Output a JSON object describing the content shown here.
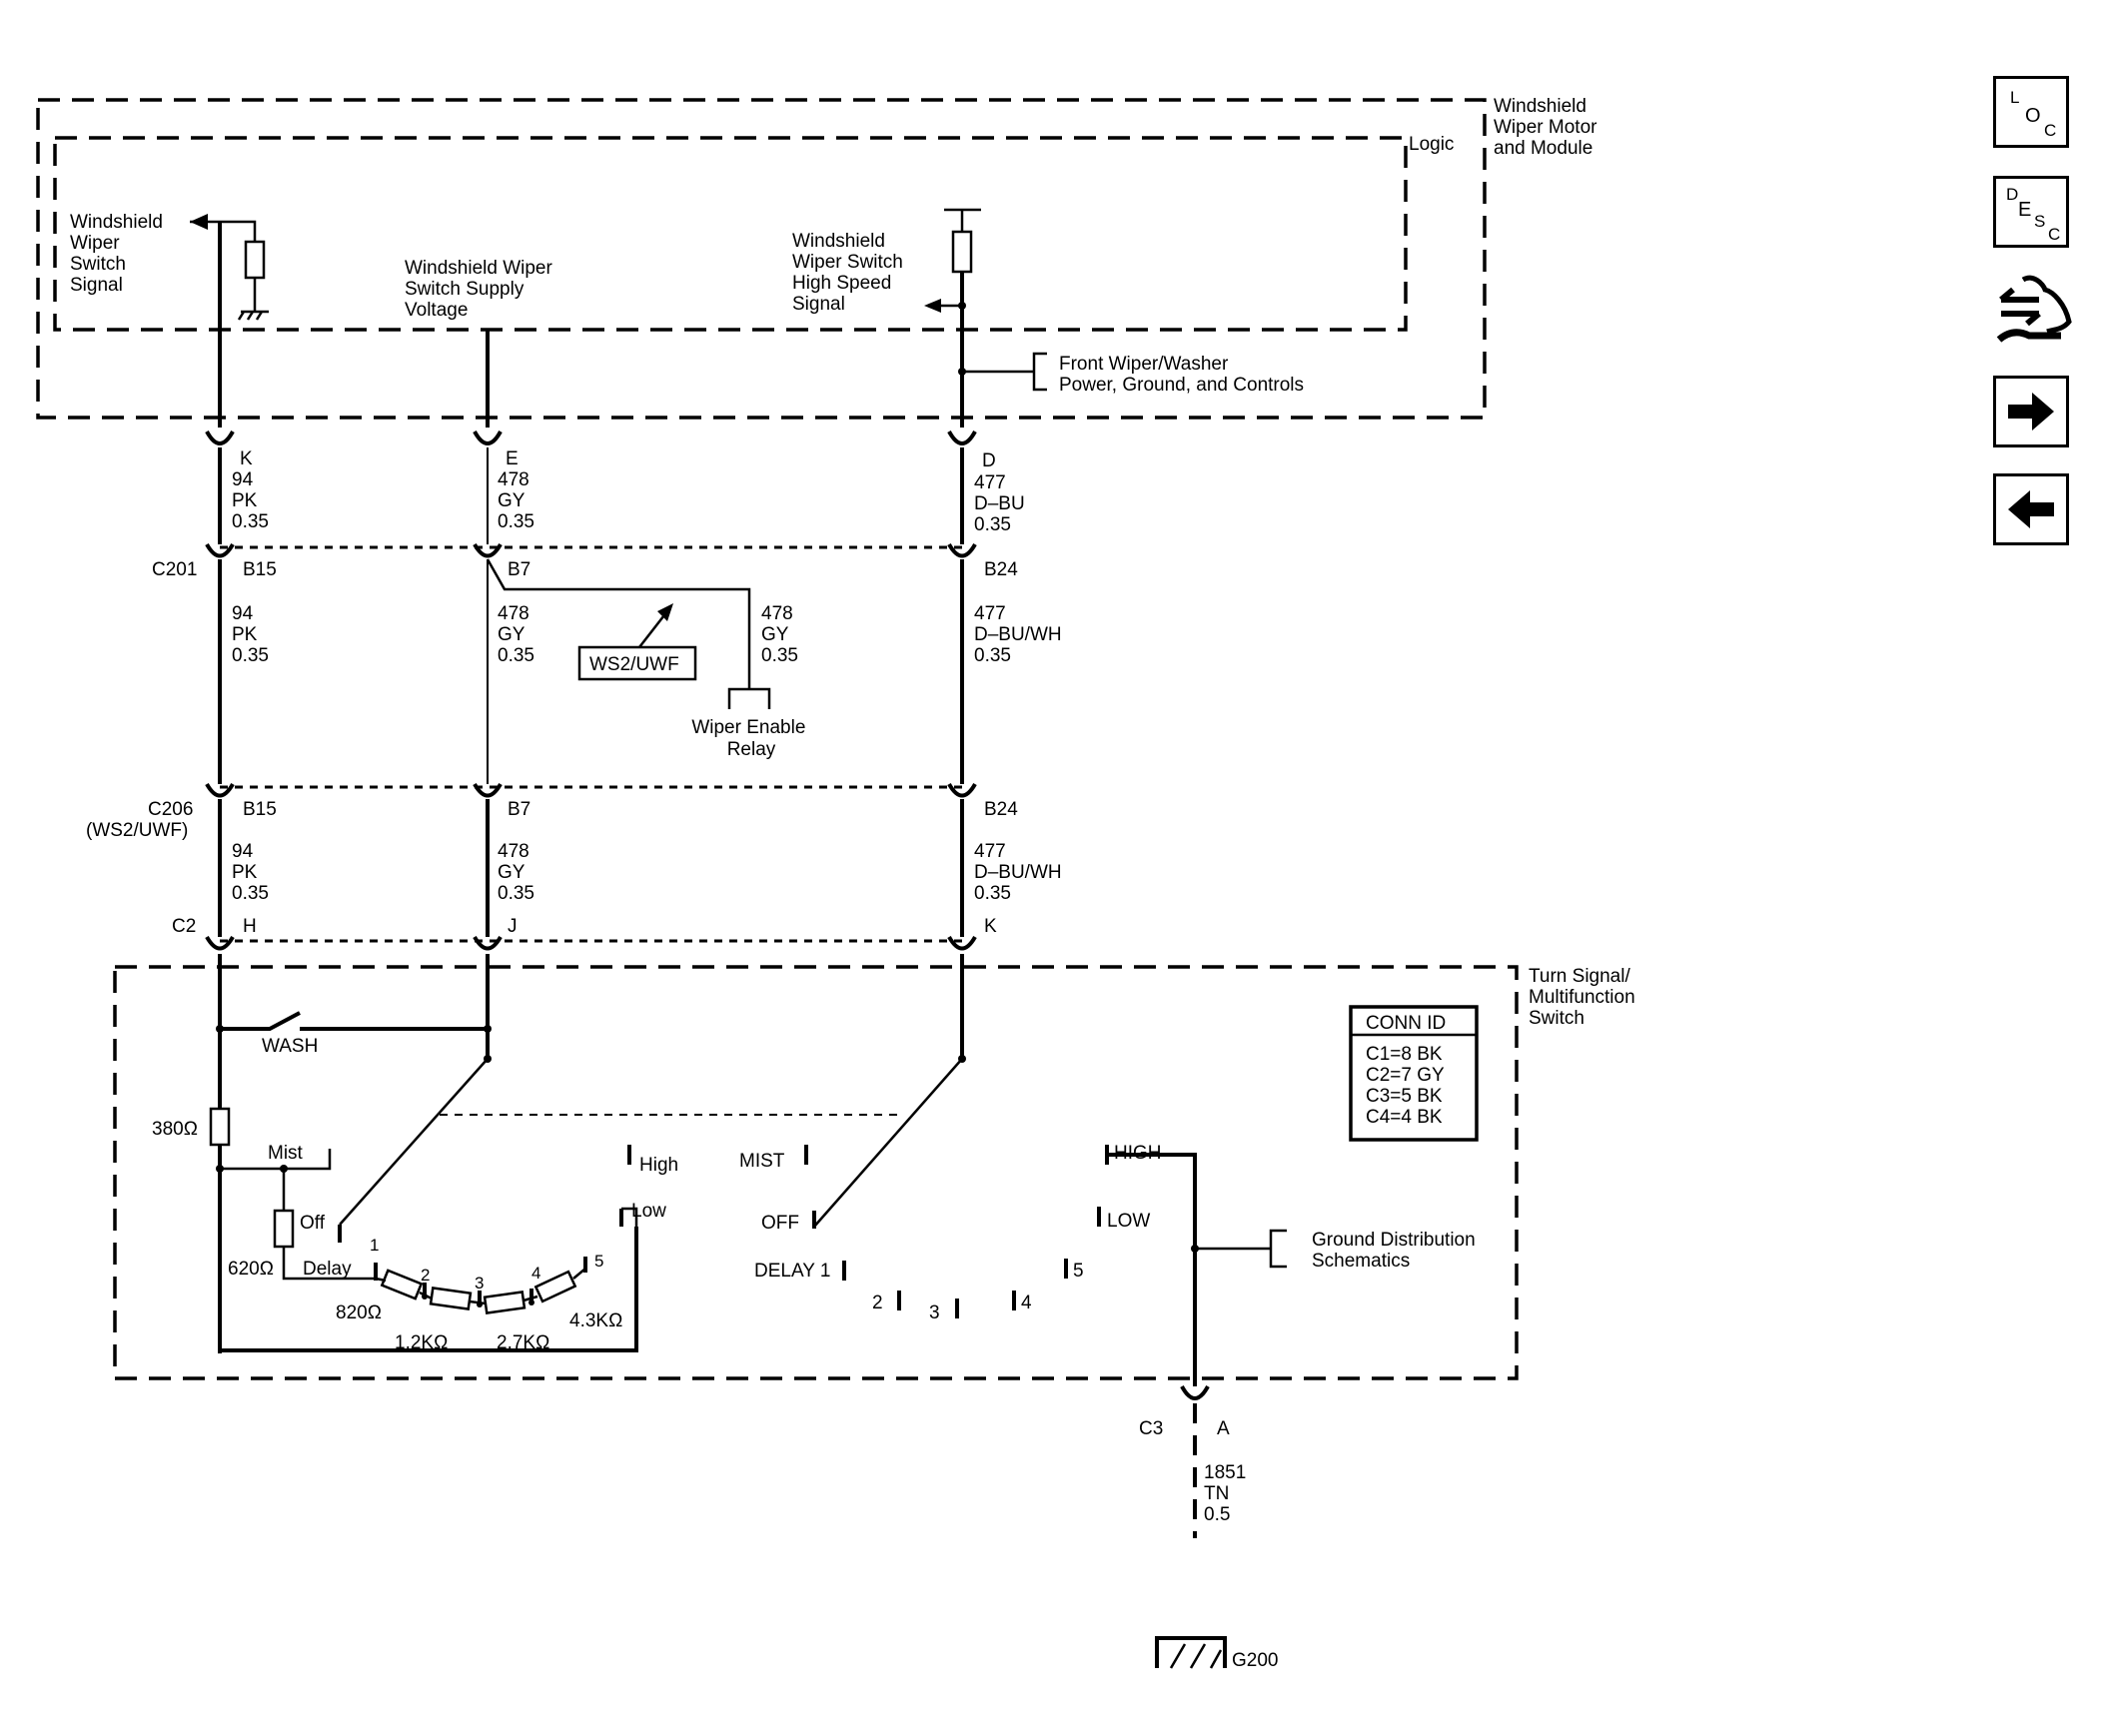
{
  "modules": {
    "wiper_motor": [
      "Windshield",
      "Wiper Motor",
      "and Module"
    ],
    "logic": "Logic",
    "turn_signal": [
      "Turn Signal/",
      "Multifunction",
      "Switch"
    ]
  },
  "signals": {
    "switch_signal": [
      "Windshield",
      "Wiper",
      "Switch",
      "Signal"
    ],
    "supply_voltage": [
      "Windshield Wiper",
      "Switch Supply",
      "Voltage"
    ],
    "high_speed": [
      "Windshield",
      "Wiper Switch",
      "High Speed",
      "Signal"
    ],
    "front_power": [
      "Front Wiper/Washer",
      "Power, Ground, and Controls"
    ]
  },
  "pins": {
    "motor": [
      "K",
      "E",
      "D"
    ],
    "c201": {
      "name": "C201",
      "pins": [
        "B15",
        "B7",
        "B24"
      ]
    },
    "c206": {
      "name": [
        "C206",
        "(WS2/UWF)"
      ],
      "pins": [
        "B15",
        "B7",
        "B24"
      ]
    },
    "c2": {
      "name": "C2",
      "pins": [
        "H",
        "J",
        "K"
      ]
    },
    "c3": {
      "name": "C3",
      "pin": "A"
    }
  },
  "wires": {
    "w1_top": [
      "94",
      "PK",
      "0.35"
    ],
    "w2_top": [
      "478",
      "GY",
      "0.35"
    ],
    "w3_top": [
      "477",
      "D–BU",
      "0.35"
    ],
    "w1_mid": [
      "94",
      "PK",
      "0.35"
    ],
    "w2_mid": [
      "478",
      "GY",
      "0.35"
    ],
    "w2_branch": [
      "478",
      "GY",
      "0.35"
    ],
    "w3_mid": [
      "477",
      "D–BU/WH",
      "0.35"
    ],
    "w1_bot": [
      "94",
      "PK",
      "0.35"
    ],
    "w2_bot": [
      "478",
      "GY",
      "0.35"
    ],
    "w3_bot": [
      "477",
      "D–BU/WH",
      "0.35"
    ],
    "ground": [
      "1851",
      "TN",
      "0.5"
    ]
  },
  "option_tag": "WS2/UWF",
  "relay": [
    "Wiper Enable",
    "Relay"
  ],
  "switch_labels": {
    "wash": "WASH",
    "mist": "Mist",
    "off": "Off",
    "delay": "Delay",
    "high": "High",
    "low": "Low",
    "delay_nums": [
      "1",
      "2",
      "3",
      "4",
      "5"
    ],
    "r380": "380Ω",
    "r620": "620Ω",
    "r820": "820Ω",
    "r1_2k": "1.2KΩ",
    "r2_7k": "2.7KΩ",
    "r4_3k": "4.3KΩ"
  },
  "right_switch_labels": {
    "mist": "MIST",
    "off": "OFF",
    "delay1": "DELAY 1",
    "d2": "2",
    "d3": "3",
    "d4": "4",
    "d5": "5",
    "high": "HIGH",
    "low": "LOW"
  },
  "ground_dist": [
    "Ground Distribution",
    "Schematics"
  ],
  "ground_name": "G200",
  "conn_id": {
    "title": "CONN ID",
    "rows": [
      "C1=8 BK",
      "C2=7 GY",
      "C3=5 BK",
      "C4=4 BK"
    ]
  },
  "nav": {
    "loc": [
      "L",
      "O",
      "C"
    ],
    "desc": [
      "D",
      "E",
      "S",
      "C"
    ],
    "service_icon": "service-tools-icon",
    "next_icon": "arrow-right-icon",
    "prev_icon": "arrow-left-icon"
  }
}
